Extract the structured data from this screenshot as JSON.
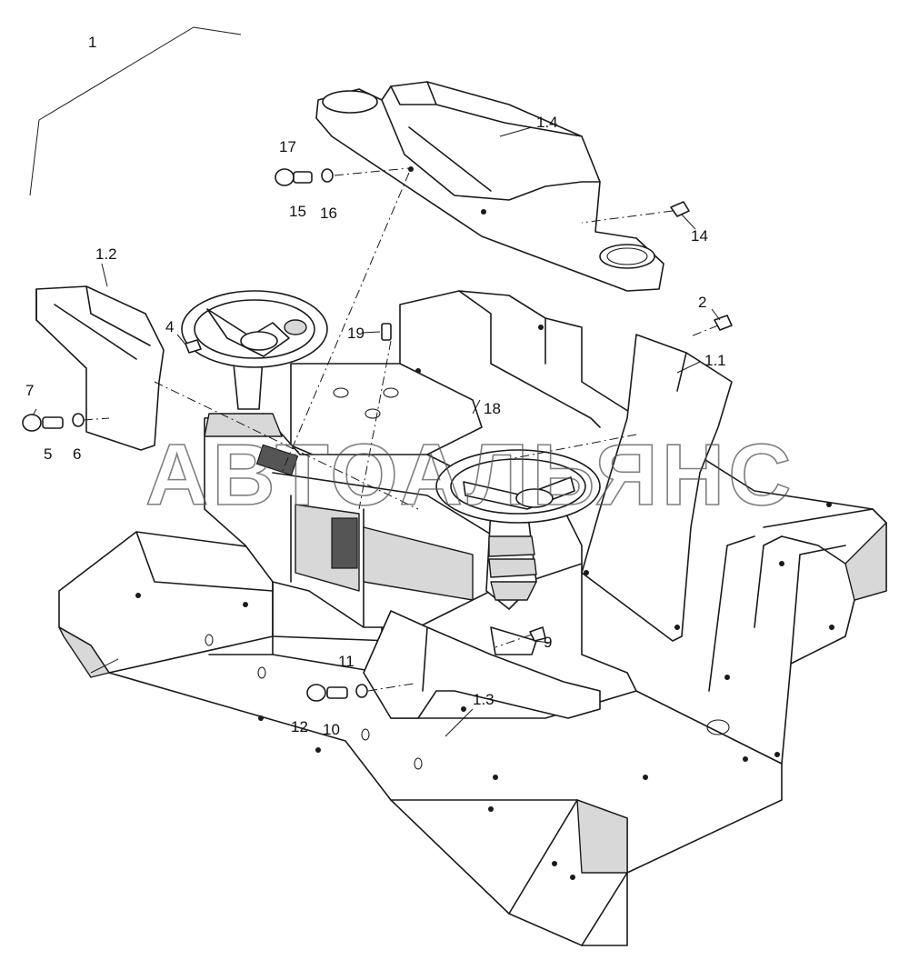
{
  "watermark": "АВТОАЛЬЯНС",
  "callouts": {
    "c1": "1",
    "c1_1": "1.1",
    "c1_2": "1.2",
    "c1_3": "1.3",
    "c1_4": "1.4",
    "c2": "2",
    "c4": "4",
    "c5": "5",
    "c6": "6",
    "c7": "7",
    "c9": "9",
    "c10": "10",
    "c11": "11",
    "c12": "12",
    "c14": "14",
    "c15": "15",
    "c16": "16",
    "c17": "17",
    "c18": "18",
    "c19": "19"
  }
}
